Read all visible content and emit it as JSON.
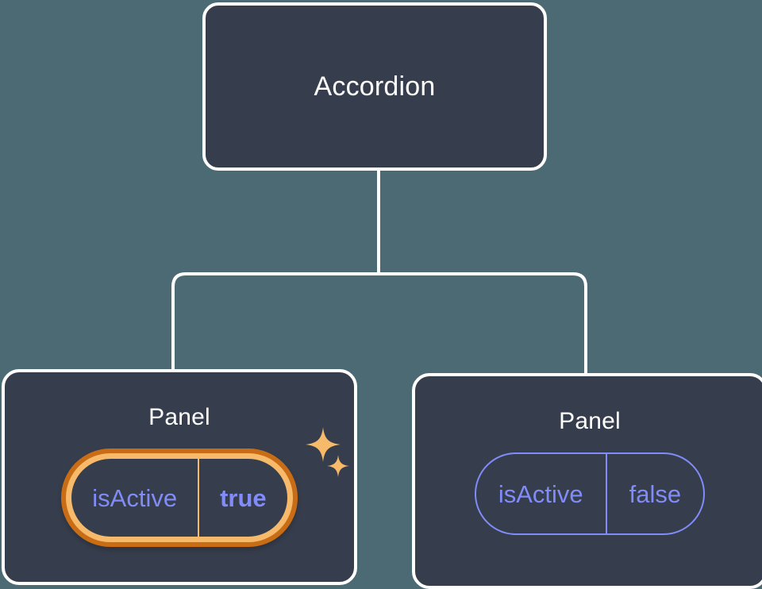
{
  "canvas": {
    "background_color": "#4c6a73",
    "node_fill_color": "#363d4c",
    "node_border_color": "#ffffff",
    "connector_color": "#ffffff",
    "accent_prop_color": "#818cf8",
    "highlight_outer_color": "#c86c16",
    "highlight_inner_color": "#f7ba6a"
  },
  "tree": {
    "root": {
      "title": "Accordion"
    },
    "children": [
      {
        "title": "Panel",
        "highlighted": true,
        "prop": {
          "name": "isActive",
          "value": "true"
        },
        "sparkles": [
          {
            "icon": "sparkle-icon",
            "size": "large"
          },
          {
            "icon": "sparkle-icon",
            "size": "small"
          }
        ]
      },
      {
        "title": "Panel",
        "highlighted": false,
        "prop": {
          "name": "isActive",
          "value": "false"
        }
      }
    ]
  }
}
